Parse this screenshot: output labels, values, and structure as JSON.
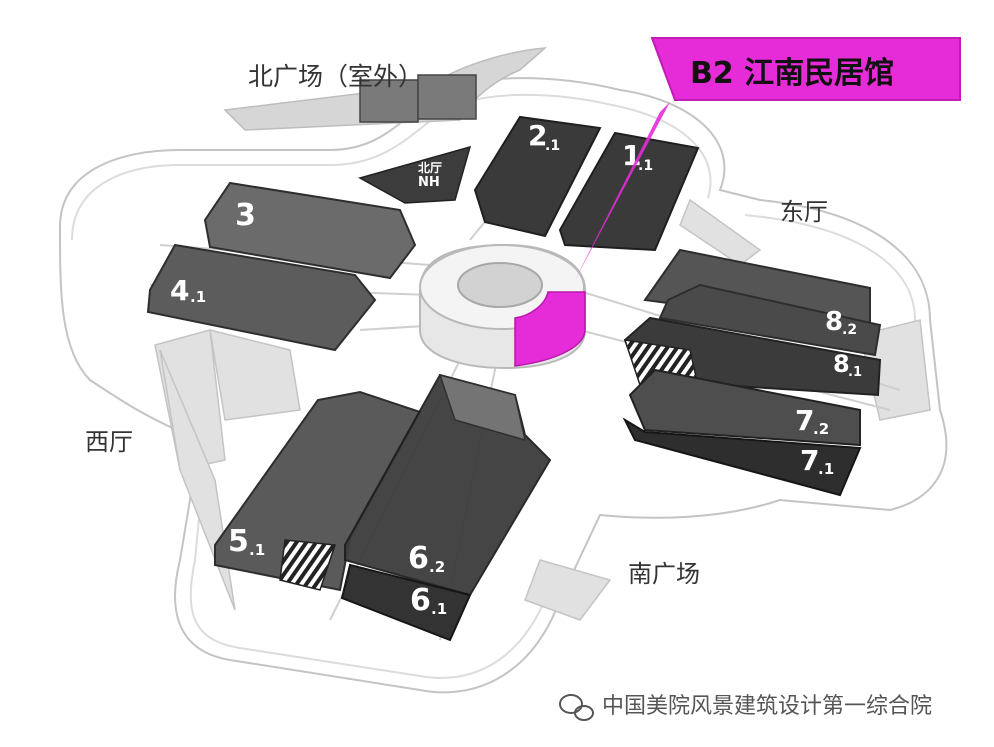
{
  "map": {
    "areas": {
      "north_plaza": "北广场（室外）",
      "east_hall": "东厅",
      "west_hall": "西厅",
      "south_plaza": "南广场"
    },
    "north_hall": {
      "top": "北厅",
      "bottom": "NH"
    },
    "callout": {
      "label": "B2 江南民居馆",
      "color": "#e62bd8"
    },
    "halls": [
      {
        "num": "3",
        "sub": ""
      },
      {
        "num": "4",
        "sub": ".1"
      },
      {
        "num": "2",
        "sub": ".1"
      },
      {
        "num": "1",
        "sub": ".1"
      },
      {
        "num": "8",
        "sub": ".2"
      },
      {
        "num": "8",
        "sub": ".1"
      },
      {
        "num": "7",
        "sub": ".2"
      },
      {
        "num": "7",
        "sub": ".1"
      },
      {
        "num": "5",
        "sub": ".1"
      },
      {
        "num": "6",
        "sub": ".2"
      },
      {
        "num": "6",
        "sub": ".1"
      }
    ],
    "watermark": "中国美院风景建筑设计第一综合院",
    "colors": {
      "hall_dark": "#333333",
      "hall_mid": "#5a5a5a",
      "outline": "#bdbdbd",
      "highlight": "#e62bd8"
    }
  }
}
